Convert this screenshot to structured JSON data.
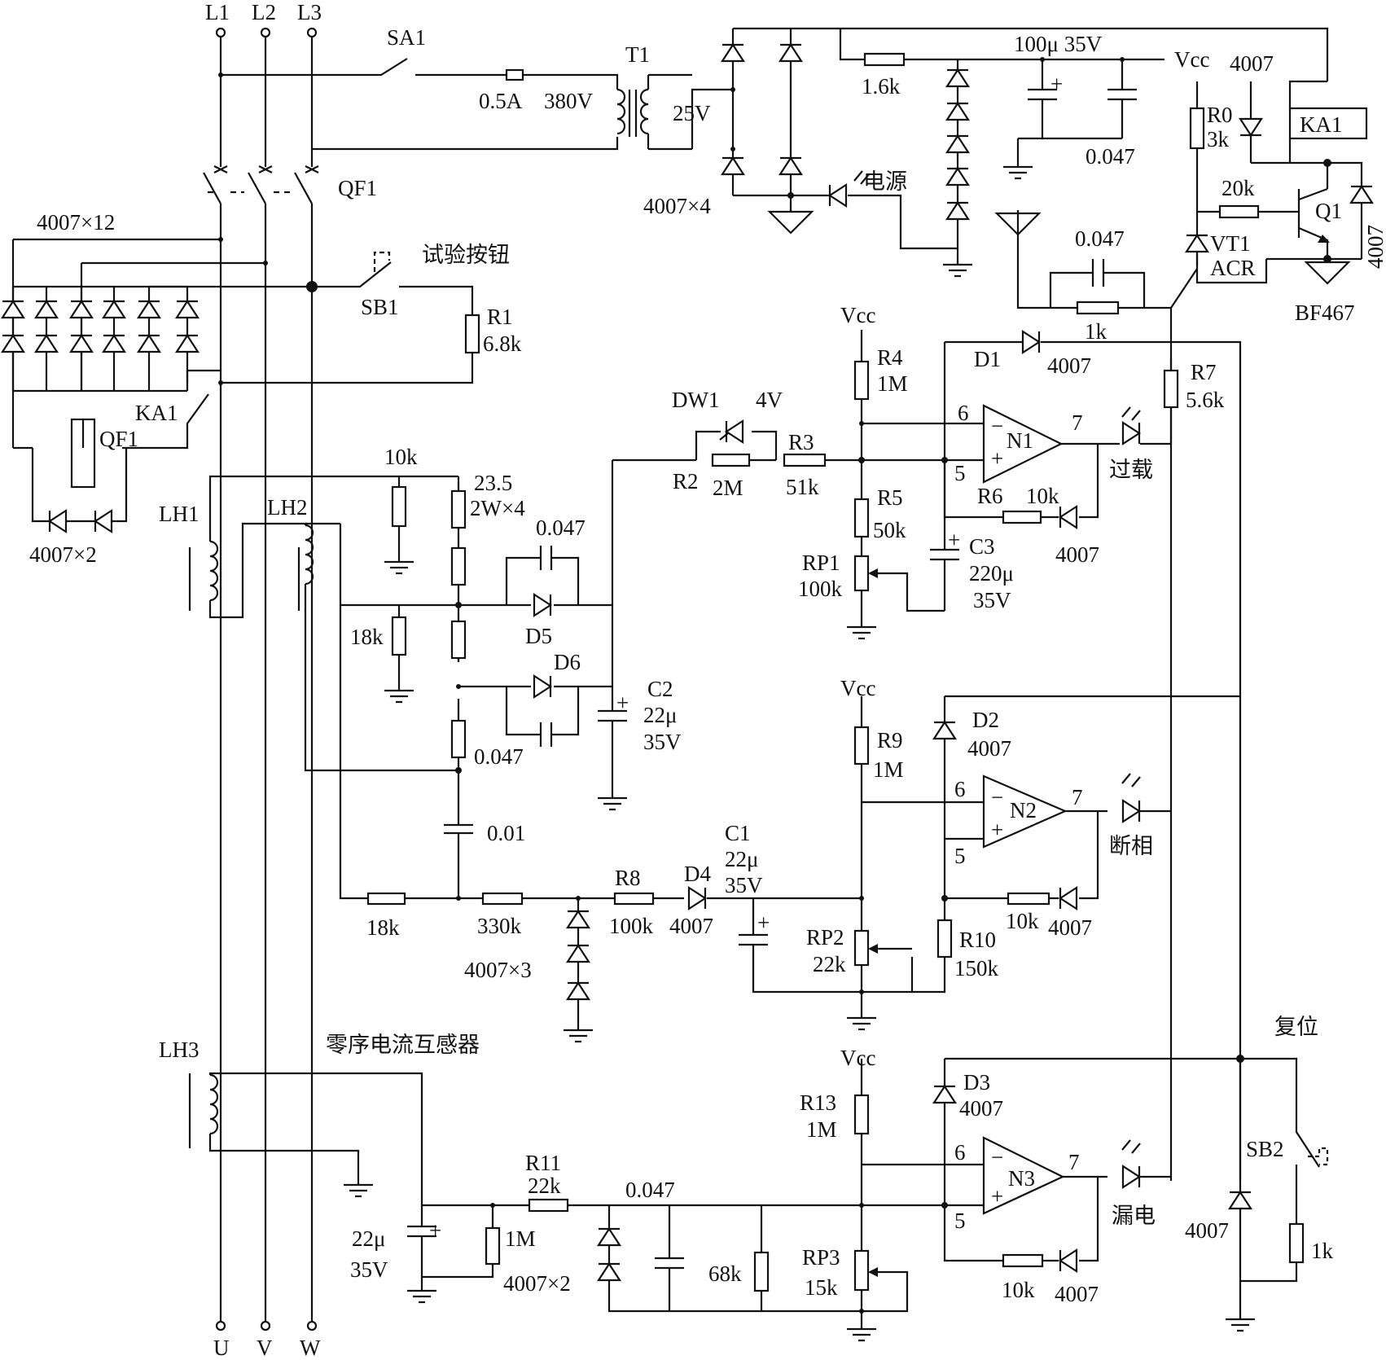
{
  "labels": {
    "L1": "L1",
    "L2": "L2",
    "L3": "L3",
    "U": "U",
    "V": "V",
    "W": "W",
    "SA1": "SA1",
    "fuse": "0.5A",
    "v380": "380V",
    "T1": "T1",
    "v25": "25V",
    "QF1_top": "QF1",
    "QF1_coil": "QF1",
    "bridge4": "4007×4",
    "bridge12": "4007×12",
    "power_led": "电源",
    "r16k": "1.6k",
    "cap100": "100μ 35V",
    "vcc_top": "Vcc",
    "d4007_top": "4007",
    "cap0047_top": "0.047",
    "R0": "R0",
    "R0_val": "3k",
    "KA1": "KA1",
    "r20k": "20k",
    "Q1": "Q1",
    "VT1": "VT1",
    "ACR": "ACR",
    "d4007_vert": "4007",
    "BF467": "BF467",
    "cap0047_fb": "0.047",
    "r1k_fb": "1k",
    "test_button": "试验按钮",
    "SB1": "SB1",
    "R1": "R1",
    "R1_val": "6.8k",
    "KA1_contact": "KA1",
    "d4007x2": "4007×2",
    "Vcc1": "Vcc",
    "R4": "R4",
    "R4_val": "1M",
    "D1": "D1",
    "D1_val": "4007",
    "R7": "R7",
    "R7_val": "5.6k",
    "DW1": "DW1",
    "DW1_val": "4V",
    "R2": "R2",
    "R2_val": "2M",
    "R3": "R3",
    "R3_val": "51k",
    "N1": "N1",
    "N1_pin6": "6",
    "N1_pin5": "5",
    "N1_pin7": "7",
    "overload": "过载",
    "R5": "R5",
    "R5_val": "50k",
    "R6": "R6",
    "R6_val": "10k",
    "D_R6": "4007",
    "C3": "C3",
    "C3_val": "220μ",
    "C3_volt": "35V",
    "RP1": "RP1",
    "RP1_val": "100k",
    "LH1": "LH1",
    "LH2": "LH2",
    "r10k": "10k",
    "r235": "23.5",
    "r235_rating": "2W×4",
    "cap0047_D5": "0.047",
    "D5": "D5",
    "D6": "D6",
    "r18k_a": "18k",
    "C2": "C2",
    "C2_val": "22μ",
    "C2_volt": "35V",
    "cap0047_D6": "0.047",
    "cap001": "0.01",
    "Vcc2": "Vcc",
    "R9": "R9",
    "R9_val": "1M",
    "D2": "D2",
    "D2_val": "4007",
    "N2": "N2",
    "N2_pin6": "6",
    "N2_pin5": "5",
    "N2_pin7": "7",
    "phase_loss": "断相",
    "C1": "C1",
    "C1_val": "22μ",
    "C1_volt": "35V",
    "R8": "R8",
    "R8_val": "100k",
    "D4": "D4",
    "D4_val": "4007",
    "r18k_b": "18k",
    "r330k": "330k",
    "d4007x3": "4007×3",
    "RP2": "RP2",
    "RP2_val": "22k",
    "R10": "R10",
    "R10_val": "150k",
    "r10k_n2": "10k",
    "d_n2": "4007",
    "LH3": "LH3",
    "zero_seq_ct": "零序电流互感器",
    "Vcc3": "Vcc",
    "R13": "R13",
    "R13_val": "1M",
    "D3": "D3",
    "D3_val": "4007",
    "reset": "复位",
    "R11": "R11",
    "R11_val": "22k",
    "cap0047_n3": "0.047",
    "N3": "N3",
    "N3_pin6": "6",
    "N3_pin5": "5",
    "N3_pin7": "7",
    "leakage": "漏电",
    "SB2": "SB2",
    "cap22u_lh3": "22μ",
    "cap22u_lh3_volt": "35V",
    "r1M_lh3": "1M",
    "d4007x2_n3": "4007×2",
    "r68k": "68k",
    "RP3": "RP3",
    "RP3_val": "15k",
    "r10k_n3": "10k",
    "d_n3": "4007",
    "d4007_sb2": "4007",
    "r1k_sb2": "1k"
  }
}
